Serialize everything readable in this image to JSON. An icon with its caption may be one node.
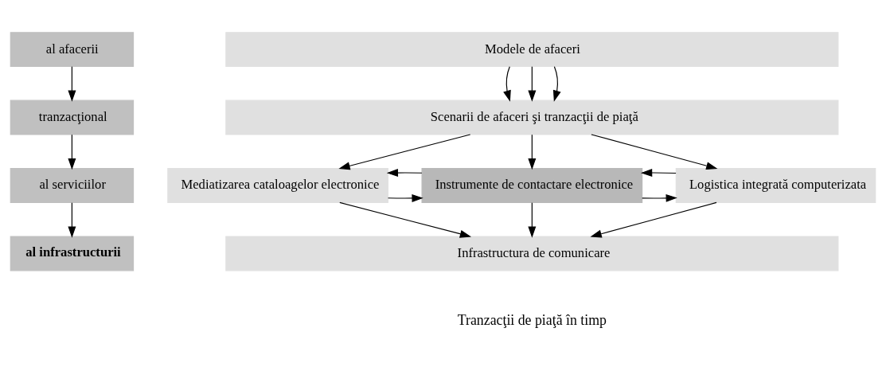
{
  "diagram": {
    "nodes": [
      {
        "text": [
          "al afacerii"
        ]
      },
      {
        "text": [
          "tranzacţional"
        ]
      },
      {
        "text": [
          "al serviciilor"
        ]
      },
      {
        "text": [
          "al infrastructurii"
        ]
      },
      {
        "text": [
          "Modele de afaceri"
        ]
      },
      {
        "text": [
          "Scenarii de afaceri şi tranzacţii de piaţă"
        ]
      },
      {
        "text": [
          "Mediatizarea cataloagelor electronice"
        ]
      },
      {
        "text": [
          "Instrumente de contactare electronice"
        ]
      },
      {
        "text": [
          "Logistica integrată computerizata"
        ]
      },
      {
        "text": [
          "Infrastructura de comunicare"
        ]
      }
    ],
    "edges": [
      {
        "from": 0,
        "to": 1,
        "arrow": "to"
      },
      {
        "from": 1,
        "to": 2,
        "arrow": "to"
      },
      {
        "from": 2,
        "to": 3,
        "arrow": "to"
      },
      {
        "from": 4,
        "to": 5,
        "arrow": "to"
      },
      {
        "from": 4,
        "to": 5,
        "arrow": "to"
      },
      {
        "from": 4,
        "to": 5,
        "arrow": "to"
      },
      {
        "from": 5,
        "to": 6,
        "arrow": "to"
      },
      {
        "from": 5,
        "to": 7,
        "arrow": "to"
      },
      {
        "from": 5,
        "to": 8,
        "arrow": "to"
      },
      {
        "from": 6,
        "to": 7,
        "arrow": "to"
      },
      {
        "from": 7,
        "to": 6,
        "arrow": "to"
      },
      {
        "from": 7,
        "to": 8,
        "arrow": "to"
      },
      {
        "from": 8,
        "to": 7,
        "arrow": "to"
      },
      {
        "from": 6,
        "to": 9,
        "arrow": "to"
      },
      {
        "from": 7,
        "to": 9,
        "arrow": "to"
      },
      {
        "from": 8,
        "to": 9,
        "arrow": "to"
      }
    ],
    "labels": [
      "Tranzacţii de piaţă în timp"
    ]
  }
}
